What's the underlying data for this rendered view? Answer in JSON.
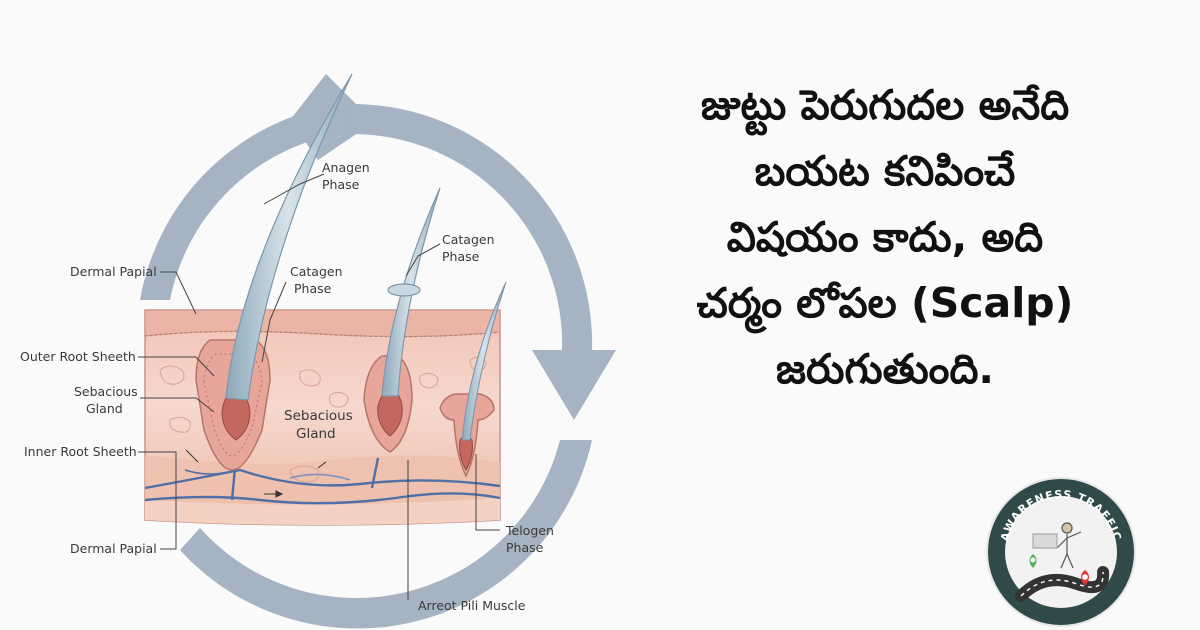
{
  "headline": {
    "lines": [
      "జుట్టు పెరుగుదల అనేది",
      "బయట కనిపించే",
      "విషయం కాదు, అది",
      "చర్మం లోపల (Scalp)",
      "జరుగుతుంది."
    ]
  },
  "diagram": {
    "labels": {
      "anagen": [
        "Anagen",
        "Phase"
      ],
      "catagen_left": [
        "Catagen",
        "Phase"
      ],
      "catagen_right": [
        "Catagen",
        "Phase"
      ],
      "dermal_papial_top": "Dermal Papial",
      "outer_root_sheeth": "Outer Root Sheeth",
      "sebacious_gland_left": [
        "Sebacious",
        "Gland"
      ],
      "sebacious_gland_center": [
        "Sebacious",
        "Gland"
      ],
      "inner_root_sheeth": "Inner Root Sheeth",
      "dermal_papial_bottom": "Dermal Papial",
      "telogen": [
        "Telogen",
        "Phase"
      ],
      "arreot_pili_muscle": "Arreot Pili Muscle"
    },
    "colors": {
      "cycle_arrow": "#a4b2c2",
      "skin_top": "#f2c7bb",
      "skin_dermis": "#f5d6cd",
      "skin_lower": "#eec3b3",
      "hair_shaft": "#b8cbd6",
      "bulb": "#c8766c",
      "vessel": "#4f6fa6"
    }
  },
  "logo": {
    "text": "AWARENESS TRAFFIC"
  }
}
